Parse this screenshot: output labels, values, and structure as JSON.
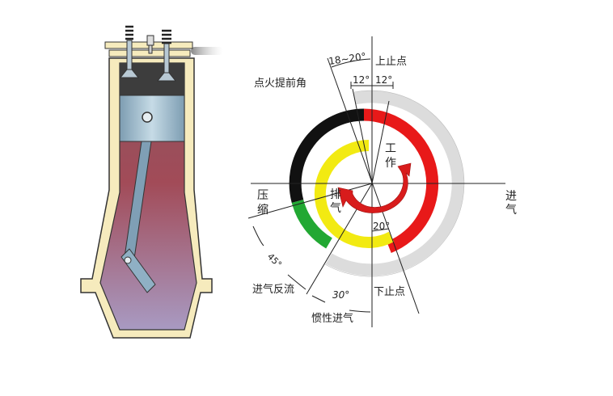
{
  "labels": {
    "tdc": "上止点",
    "bdc": "下止点",
    "ignition_advance": "点火提前角",
    "ignition_angle": "18~20°",
    "intake_open_angle": "12°",
    "exhaust_close_angle": "12°",
    "work_1": "工",
    "work_2": "作",
    "compress_1": "压",
    "compress_2": "缩",
    "exhaust_1": "排",
    "exhaust_2": "气",
    "intake_1": "进",
    "intake_2": "气",
    "exhaust_open_angle": "20°",
    "backflow_angle": "45°",
    "intake_backflow": "进气反流",
    "inertia_angle": "30°",
    "inertia_intake": "惯性进气"
  },
  "colors": {
    "intake": "#dcdcdc",
    "compression": "#111111",
    "power": "#e81919",
    "exhaust": "#f2ea12",
    "backflow": "#22a833",
    "engine_wall": "#f6ebbd",
    "piston": "#8fb0c4"
  }
}
